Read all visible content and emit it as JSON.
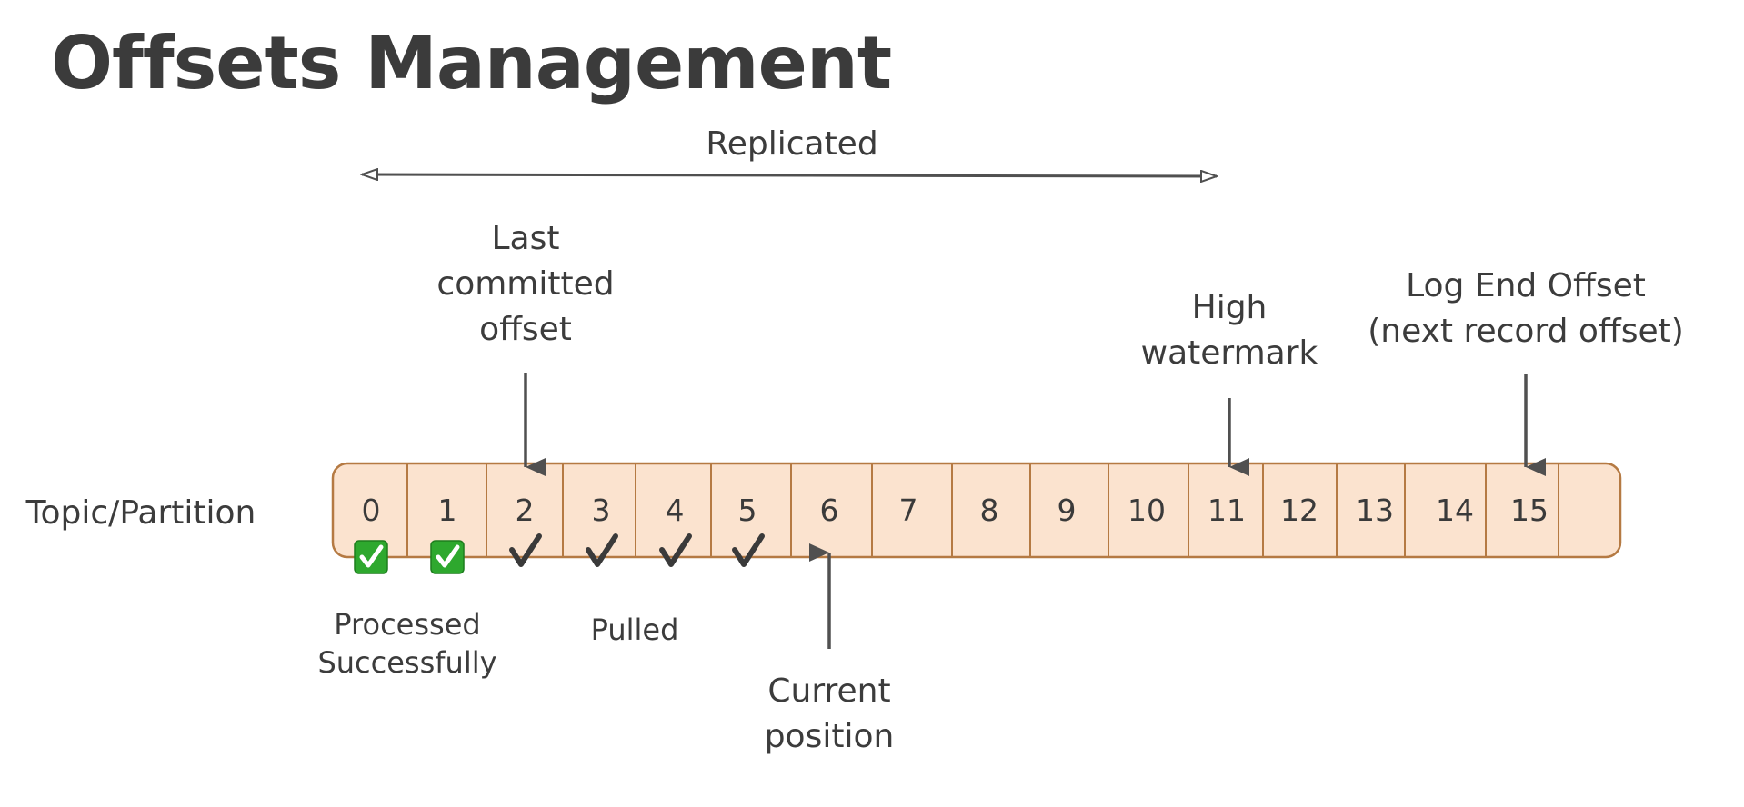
{
  "title": "Offsets Management",
  "replicated_label": "Replicated",
  "row_label": "Topic/Partition",
  "offsets": [
    "0",
    "1",
    "2",
    "3",
    "4",
    "5",
    "6",
    "7",
    "8",
    "9",
    "10",
    "11",
    "12",
    "13",
    "14",
    "15",
    ""
  ],
  "annotations": {
    "last_committed": "Last\ncommitted\noffset",
    "high_watermark": "High\nwatermark",
    "log_end_offset": "Log End Offset\n(next record offset)",
    "current_position": "Current\nposition",
    "processed": "Processed\nSuccessfully",
    "pulled": "Pulled"
  },
  "status": {
    "processed_offsets": [
      0,
      1
    ],
    "pulled_offsets": [
      2,
      3,
      4,
      5
    ]
  },
  "colors": {
    "cell_fill": "#fbe3cf",
    "cell_stroke": "#b57a43",
    "arrow": "#505050",
    "check_green": "#2ea82e"
  },
  "icons": {
    "processed": "green-check-box-icon",
    "pulled": "check-mark-icon"
  }
}
